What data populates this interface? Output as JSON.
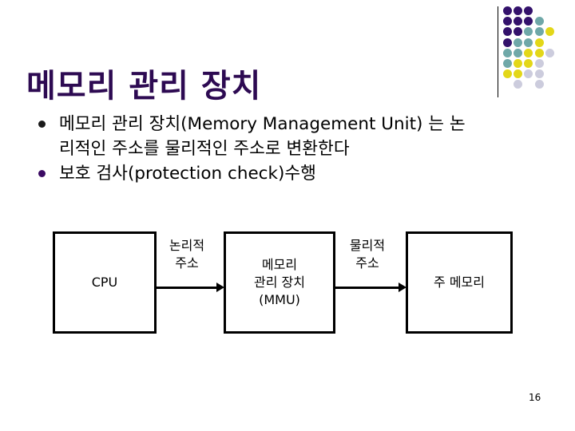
{
  "slide": {
    "title": "메모리 관리 장치",
    "page_number": "16",
    "title_color": "#2d0a52"
  },
  "decor": {
    "rule_color": "#000000",
    "palette": {
      "purple": "#33116b",
      "teal": "#6fa8a8",
      "yellow": "#e3d718",
      "lavender": "#ccccdd"
    },
    "dot_grid": [
      [
        "purple",
        "purple",
        "purple",
        null,
        null
      ],
      [
        "purple",
        "purple",
        "purple",
        "teal",
        null
      ],
      [
        "purple",
        "purple",
        "teal",
        "teal",
        "yellow"
      ],
      [
        "purple",
        "teal",
        "teal",
        "yellow",
        null
      ],
      [
        "teal",
        "teal",
        "yellow",
        "yellow",
        "lavender"
      ],
      [
        "teal",
        "yellow",
        "yellow",
        "lavender",
        null
      ],
      [
        "yellow",
        "yellow",
        "lavender",
        "lavender",
        null
      ],
      [
        null,
        "lavender",
        null,
        "lavender",
        null
      ]
    ]
  },
  "bullets": [
    {
      "marker_color": "#1a1a1a",
      "text": "메모리 관리 장치(Memory Management Unit) 는 논\n리적인 주소를 물리적인 주소로 변환한다"
    },
    {
      "marker_color": "#3b0a63",
      "text": "보호 검사(protection check)수행"
    }
  ],
  "diagram": {
    "nodes": [
      {
        "id": "cpu",
        "label": "CPU"
      },
      {
        "id": "mmu",
        "label": "메모리\n관리 장치\n(MMU)"
      },
      {
        "id": "memory",
        "label": "주 메모리"
      }
    ],
    "edges": [
      {
        "id": "logical",
        "label": "논리적\n주소"
      },
      {
        "id": "physical",
        "label": "물리적\n주소"
      }
    ]
  }
}
